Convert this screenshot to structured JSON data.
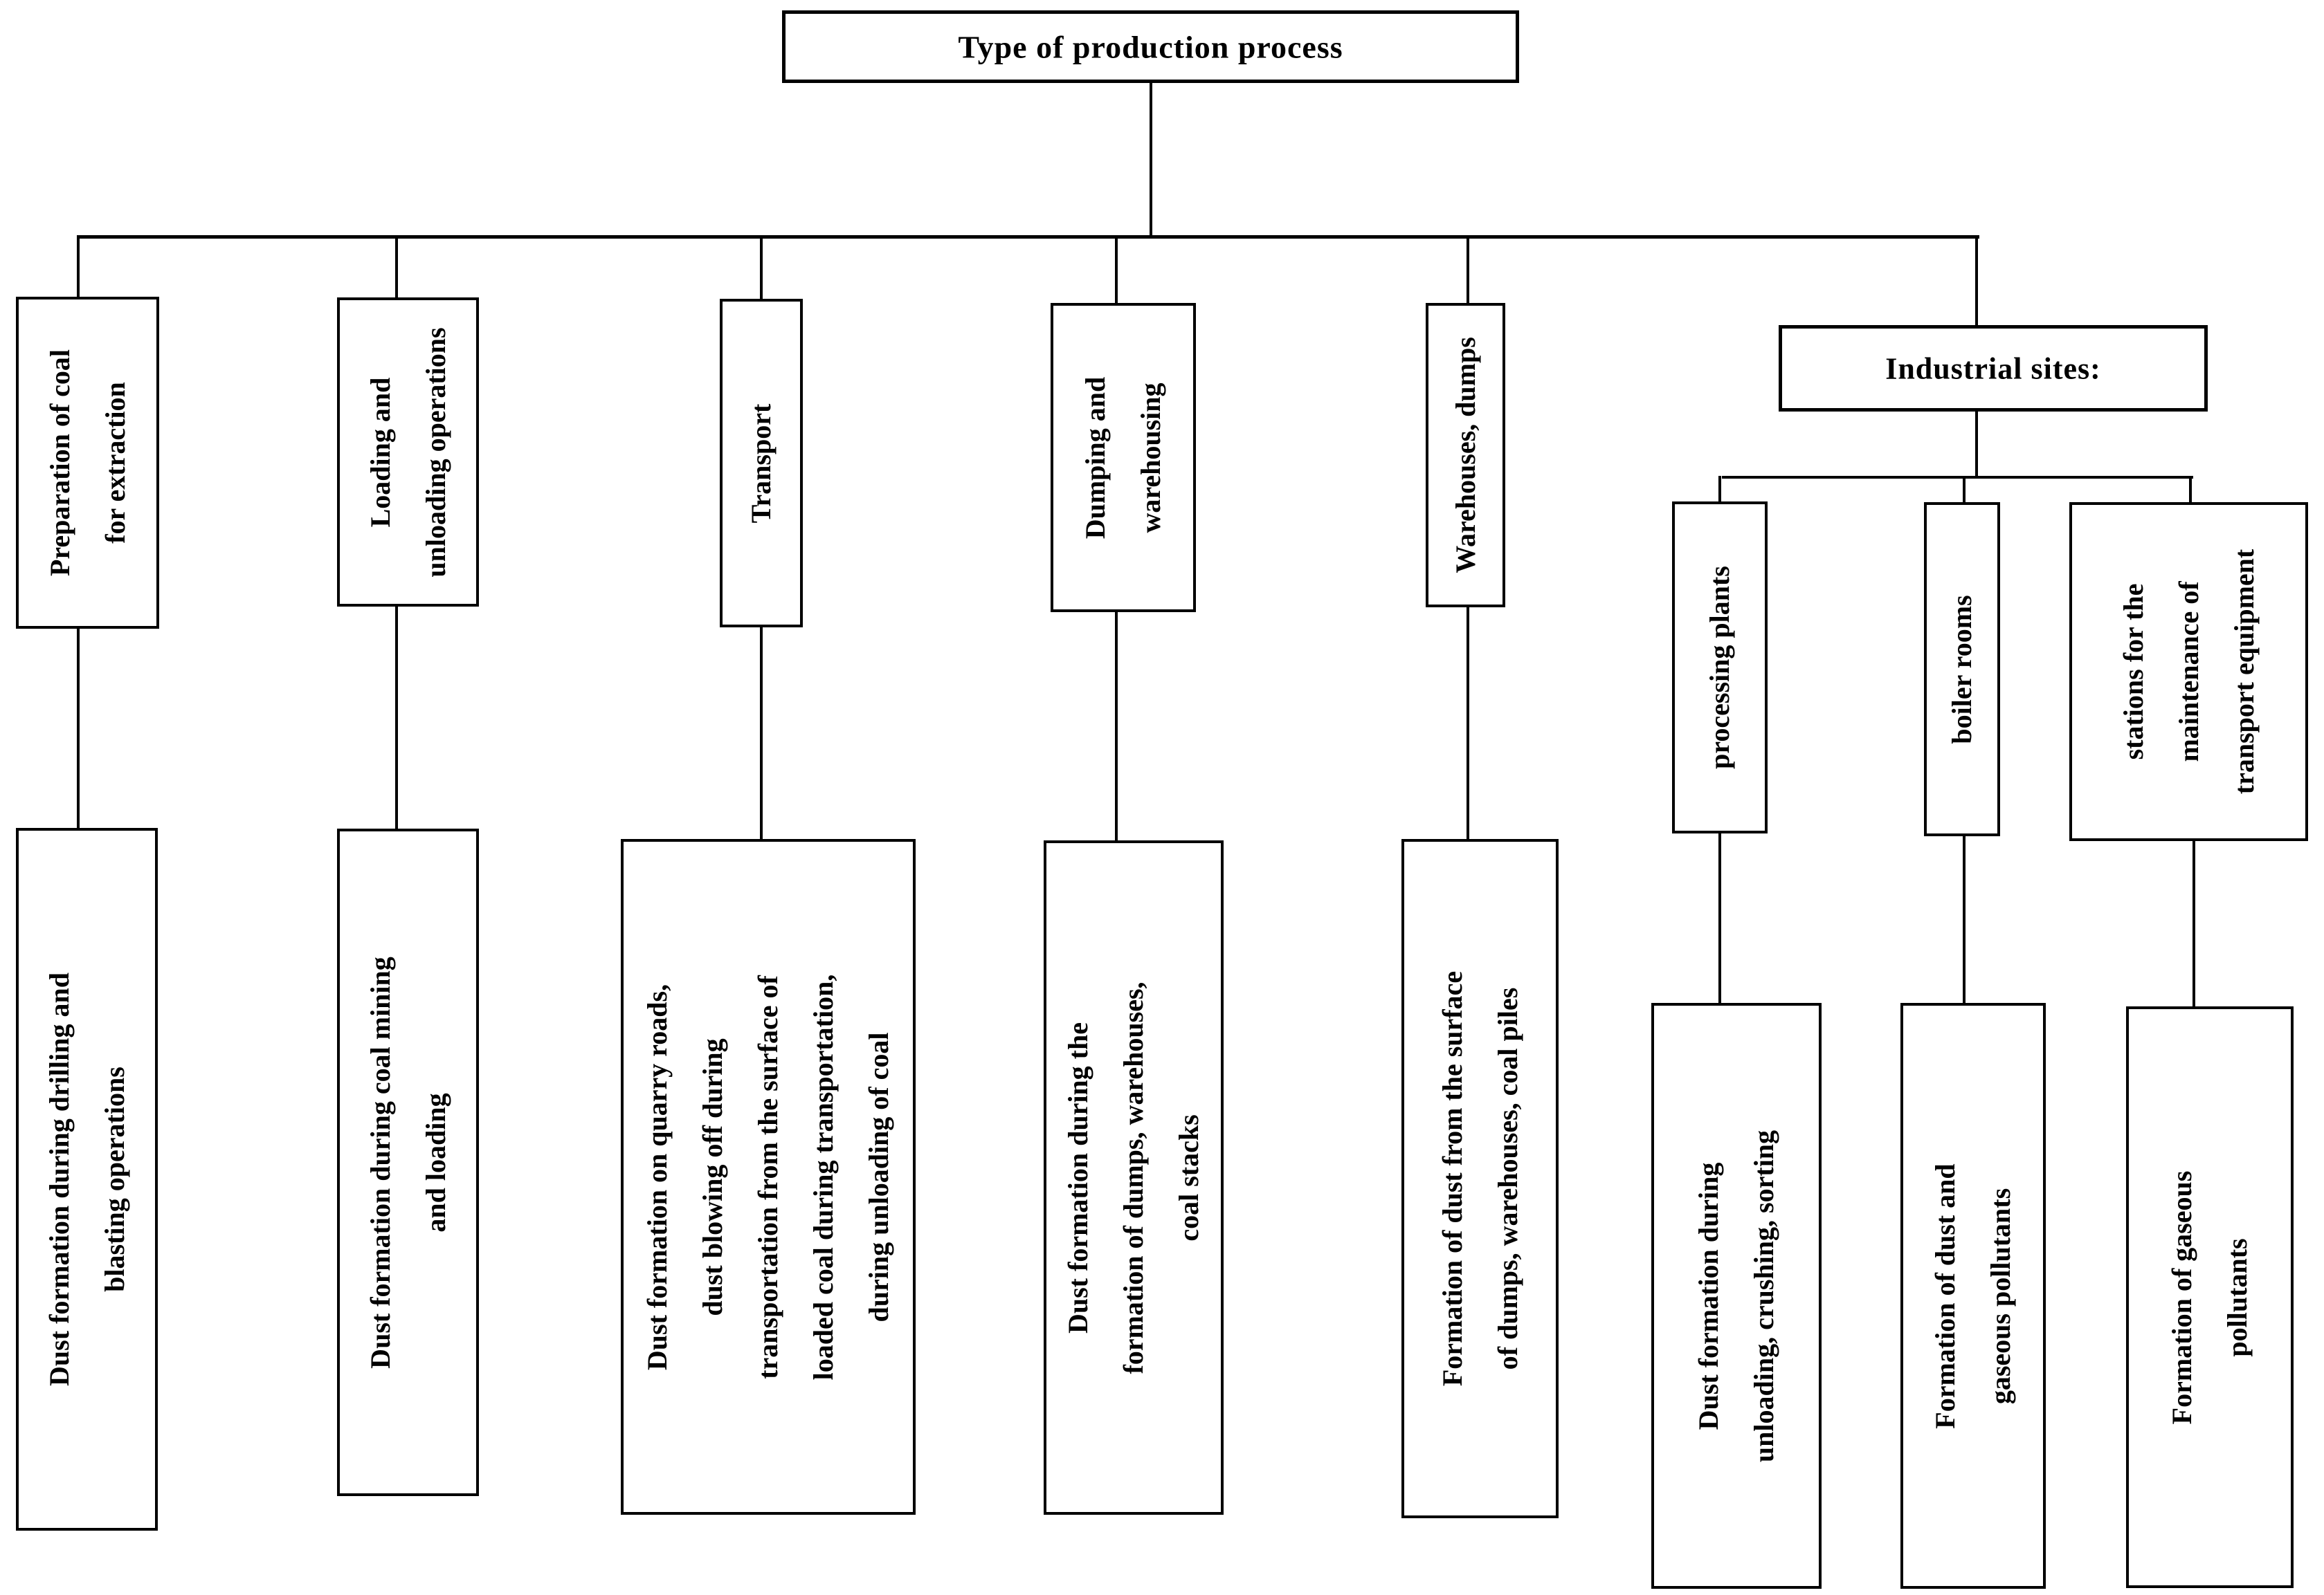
{
  "title": "Type of production process",
  "colors": {
    "line": "#000000",
    "background": "#ffffff",
    "text": "#000000"
  },
  "root": {
    "label": "Type of production process"
  },
  "branches": [
    {
      "id": "preparation",
      "label": "Preparation of coal\nfor extraction",
      "outcome": "Dust formation during drilling and\nblasting operations"
    },
    {
      "id": "loading",
      "label": "Loading and\nunloading operations",
      "outcome": "Dust formation during coal mining\nand loading"
    },
    {
      "id": "transport",
      "label": "Transport",
      "outcome": "Dust formation on quarry roads,\ndust blowing off during\ntransportation from the surface of\nloaded coal during transportation,\nduring unloading of coal"
    },
    {
      "id": "dumping",
      "label": "Dumping and\nwarehousing",
      "outcome": "Dust formation during the\nformation of dumps, warehouses,\ncoal stacks"
    },
    {
      "id": "warehouses",
      "label": "Warehouses, dumps",
      "outcome": "Formation of dust from the surface\nof dumps, warehouses, coal piles"
    }
  ],
  "industrial": {
    "label": "Industrial sites:",
    "sites": [
      {
        "id": "processing-plants",
        "label": "processing plants",
        "outcome": "Dust formation during\nunloading, crushing, sorting"
      },
      {
        "id": "boiler-rooms",
        "label": "boiler rooms",
        "outcome": "Formation of dust and\ngaseous pollutants"
      },
      {
        "id": "maintenance-stations",
        "label": "stations for the\nmaintenance of\ntransport equipment",
        "outcome": "Formation of gaseous\npollutants"
      }
    ]
  }
}
